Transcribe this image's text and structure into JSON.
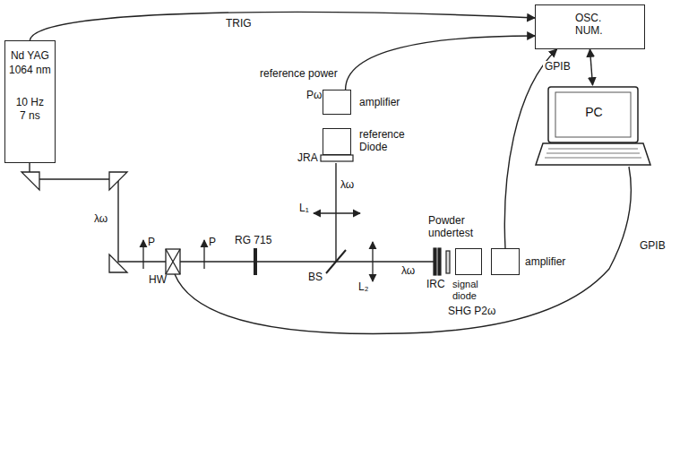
{
  "diagram": {
    "nodes": [
      {
        "text": [
          "Nd YAG",
          "1064 nm",
          "10 Hz",
          "7 ns"
        ]
      },
      {
        "text": [
          "OSC. NUM."
        ]
      },
      {
        "text": [
          "PC"
        ]
      },
      {
        "text": [
          "amplifier"
        ]
      },
      {
        "text": [
          "reference Diode"
        ]
      },
      {
        "text": [
          "signal diode"
        ]
      },
      {
        "text": [
          "amplifier"
        ]
      }
    ],
    "edges": [
      {
        "from": 0,
        "to": 1,
        "arrow": "to",
        "label": "TRIG"
      },
      {
        "from": 3,
        "to": 1,
        "arrow": "to"
      },
      {
        "from": 6,
        "to": 1,
        "arrow": "to"
      },
      {
        "from": 1,
        "to": 2,
        "arrow": "both",
        "label": "GPIB"
      }
    ],
    "labels": [
      "reference power",
      "Pω",
      "JRA",
      "λω",
      "λω",
      "P",
      "P",
      "HW",
      "RG 715",
      "BS",
      "L₁",
      "L₂",
      "λω",
      "Powder undertest",
      "IRC",
      "SHG P2ω",
      "GPIB"
    ]
  }
}
